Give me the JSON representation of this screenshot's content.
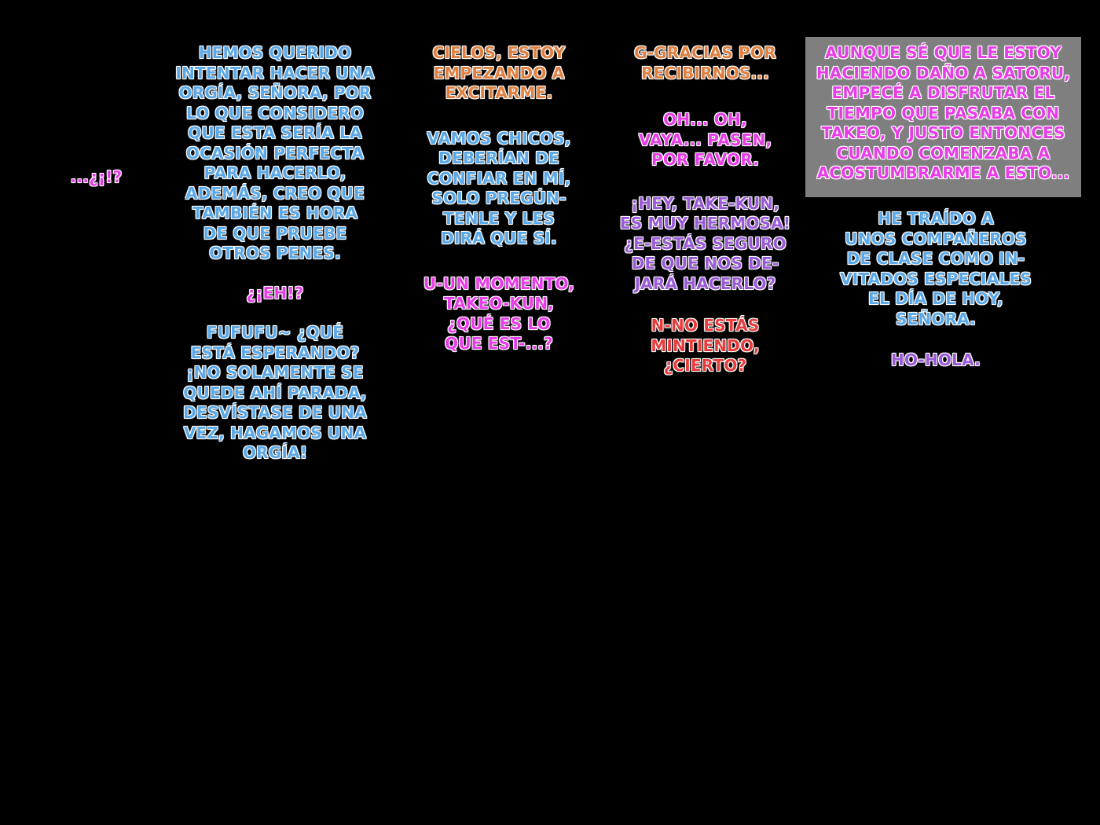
{
  "columns": [
    {
      "id": "col0",
      "blocks": [
        {
          "color": "pink",
          "lines": [
            "...¿¡!?"
          ]
        }
      ]
    },
    {
      "id": "col1",
      "blocks": [
        {
          "color": "blue",
          "lines": [
            "HEMOS QUERIDO",
            "INTENTAR HACER UNA",
            "ORGÍA, SEÑORA, POR",
            "LO QUE CONSIDERO",
            "QUE ESTA SERÍA LA",
            "OCASIÓN PERFECTA",
            "PARA HACERLO,",
            "ADEMÁS, CREO QUE",
            "TAMBIÉN ES HORA",
            "DE QUE PRUEBE",
            "OTROS PENES."
          ]
        },
        {
          "color": "pink",
          "lines": [
            "¿¡EH!?"
          ]
        },
        {
          "color": "blue",
          "lines": [
            "FUFUFU~ ¿QUÉ",
            "ESTÁ ESPERANDO?",
            "¡NO SOLAMENTE SE",
            "QUEDE AHÍ PARADA,",
            "DESVÍSTASE DE UNA",
            "VEZ, HAGAMOS UNA",
            "ORGÍA!"
          ]
        }
      ]
    },
    {
      "id": "col2",
      "blocks": [
        {
          "color": "orange",
          "lines": [
            "CIELOS, ESTOY",
            "EMPEZANDO A",
            "EXCITARME."
          ]
        },
        {
          "color": "blue",
          "lines": [
            "VAMOS CHICOS,",
            "DEBERÍAN DE",
            "CONFIAR EN MÍ,",
            "SOLO PREGÚN-",
            "TENLE Y LES",
            "DIRÁ QUE SÍ."
          ]
        },
        {
          "color": "pink",
          "lines": [
            "U-UN MOMENTO,",
            "TAKEO-KUN,",
            "¿QUÉ ES LO",
            "QUE EST-...?"
          ]
        }
      ]
    },
    {
      "id": "col3",
      "blocks": [
        {
          "color": "orange",
          "lines": [
            "G-GRACIAS POR",
            "RECIBIRNOS..."
          ]
        },
        {
          "color": "pink",
          "lines": [
            "OH... OH,",
            "VAYA... PASEN,",
            "POR FAVOR."
          ]
        },
        {
          "color": "purple",
          "lines": [
            "¡HEY, TAKE-KUN,",
            "ES MUY HERMOSA!",
            "¿E-ESTÁS SEGURO",
            "DE QUE NOS DE-",
            "JARÁ HACERLO?"
          ]
        },
        {
          "color": "red",
          "lines": [
            "N-NO ESTÁS",
            "MINTIENDO,",
            "¿CIERTO?"
          ]
        }
      ]
    },
    {
      "id": "col4",
      "blocks": [
        {
          "color": "blue",
          "lines": [
            "HE TRAÍDO A",
            "UNOS COMPAÑEROS",
            "DE CLASE COMO IN-",
            "VITADOS ESPECIALES",
            "EL DÍA DE HOY,",
            "SEÑORA."
          ]
        },
        {
          "color": "purple",
          "lines": [
            "HO-HOLA."
          ]
        }
      ]
    }
  ],
  "narration": {
    "color": "pink",
    "lines": [
      "AUNQUE SÉ QUE LE ESTOY",
      "HACIENDO DAÑO A SATORU,",
      "EMPECÉ A DISFRUTAR EL",
      "TIEMPO QUE PASABA CON",
      "TAKEO, Y JUSTO ENTONCES",
      "CUANDO COMENZABA A",
      "ACOSTUMBRARME A ESTO..."
    ]
  }
}
